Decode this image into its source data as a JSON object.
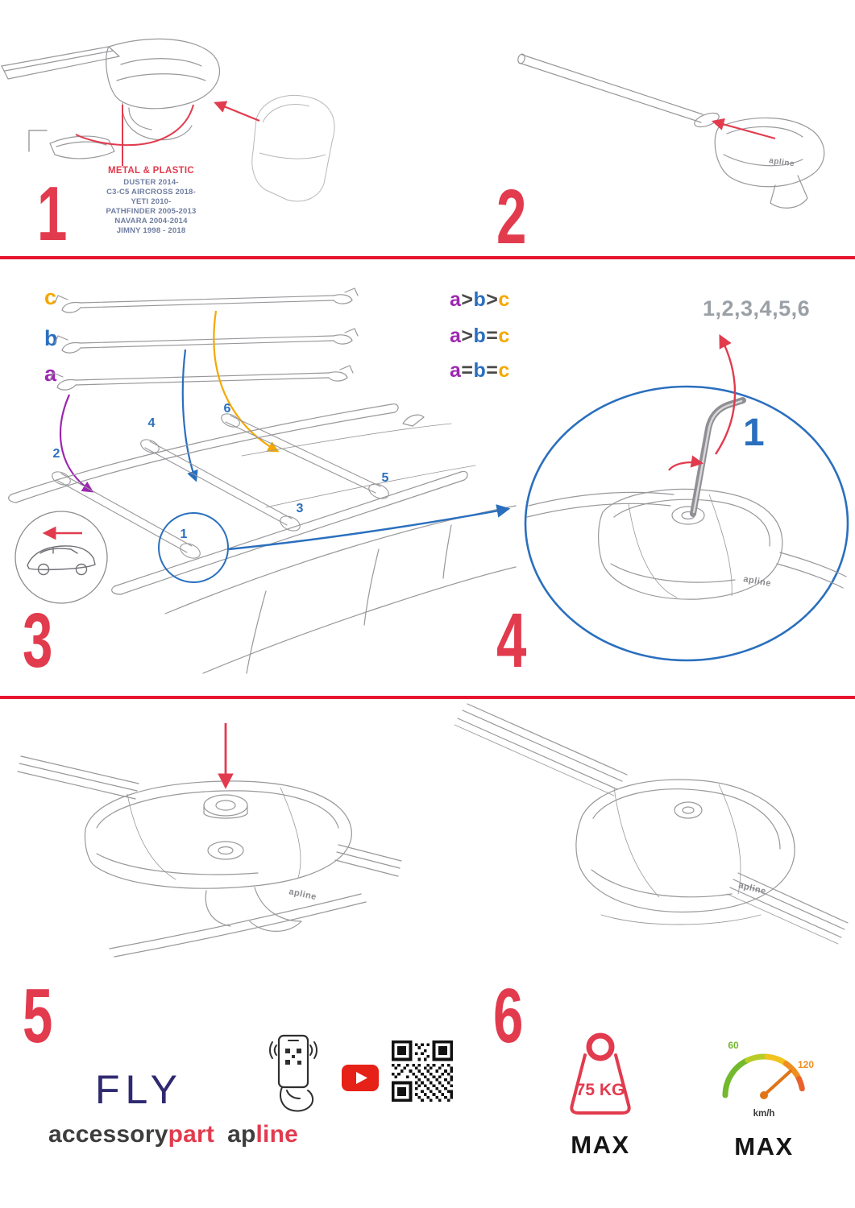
{
  "colors": {
    "accent_red": "#e23b4e",
    "divider_red": "#e6142f",
    "blue": "#2a6fbe",
    "purple": "#9c27b0",
    "orange": "#f5a800",
    "sequence_gray": "#9aa0a6",
    "navy": "#2f2a70",
    "gauge_green": "#72b92d",
    "gauge_orange": "#ef8d1f"
  },
  "step1": {
    "number": "1",
    "material_label": "METAL & PLASTIC",
    "vehicle_list": [
      "DUSTER 2014-",
      "C3-C5 AIRCROSS 2018-",
      "YETI 2010-",
      "PATHFINDER 2005-2013",
      "NAVARA 2004-2014",
      "JIMNY 1998 - 2018"
    ]
  },
  "step2": {
    "number": "2",
    "foot_brand": "apline"
  },
  "step3": {
    "number": "3",
    "bar_labels": {
      "c": "c",
      "b": "b",
      "a": "a"
    },
    "legend": {
      "row1": {
        "a": "a",
        "op1": ">",
        "b": "b",
        "op2": ">",
        "c": "c"
      },
      "row2": {
        "a": "a",
        "op1": ">",
        "b": "b",
        "op2": "=",
        "c": "c"
      },
      "row3": {
        "a": "a",
        "op1": "=",
        "b": "b",
        "op2": "=",
        "c": "c"
      }
    },
    "positions": {
      "p1": "1",
      "p2": "2",
      "p3": "3",
      "p4": "4",
      "p5": "5",
      "p6": "6"
    }
  },
  "step4": {
    "number": "4",
    "tighten_sequence": "1,2,3,4,5,6",
    "callout_number": "1",
    "foot_brand": "apline"
  },
  "step5": {
    "number": "5",
    "foot_brand": "apline"
  },
  "step6": {
    "number": "6",
    "foot_brand": "apline"
  },
  "footer": {
    "product_name": "FLY",
    "logo_accessory": "accessory",
    "logo_part": "part",
    "logo_ap": "ap",
    "logo_line": "line"
  },
  "limits": {
    "max_load": "75 KG",
    "max_load_label": "MAX",
    "speed_tick_low": "60",
    "speed_tick_high": "120",
    "speed_unit": "km/h",
    "max_speed_label": "MAX"
  }
}
